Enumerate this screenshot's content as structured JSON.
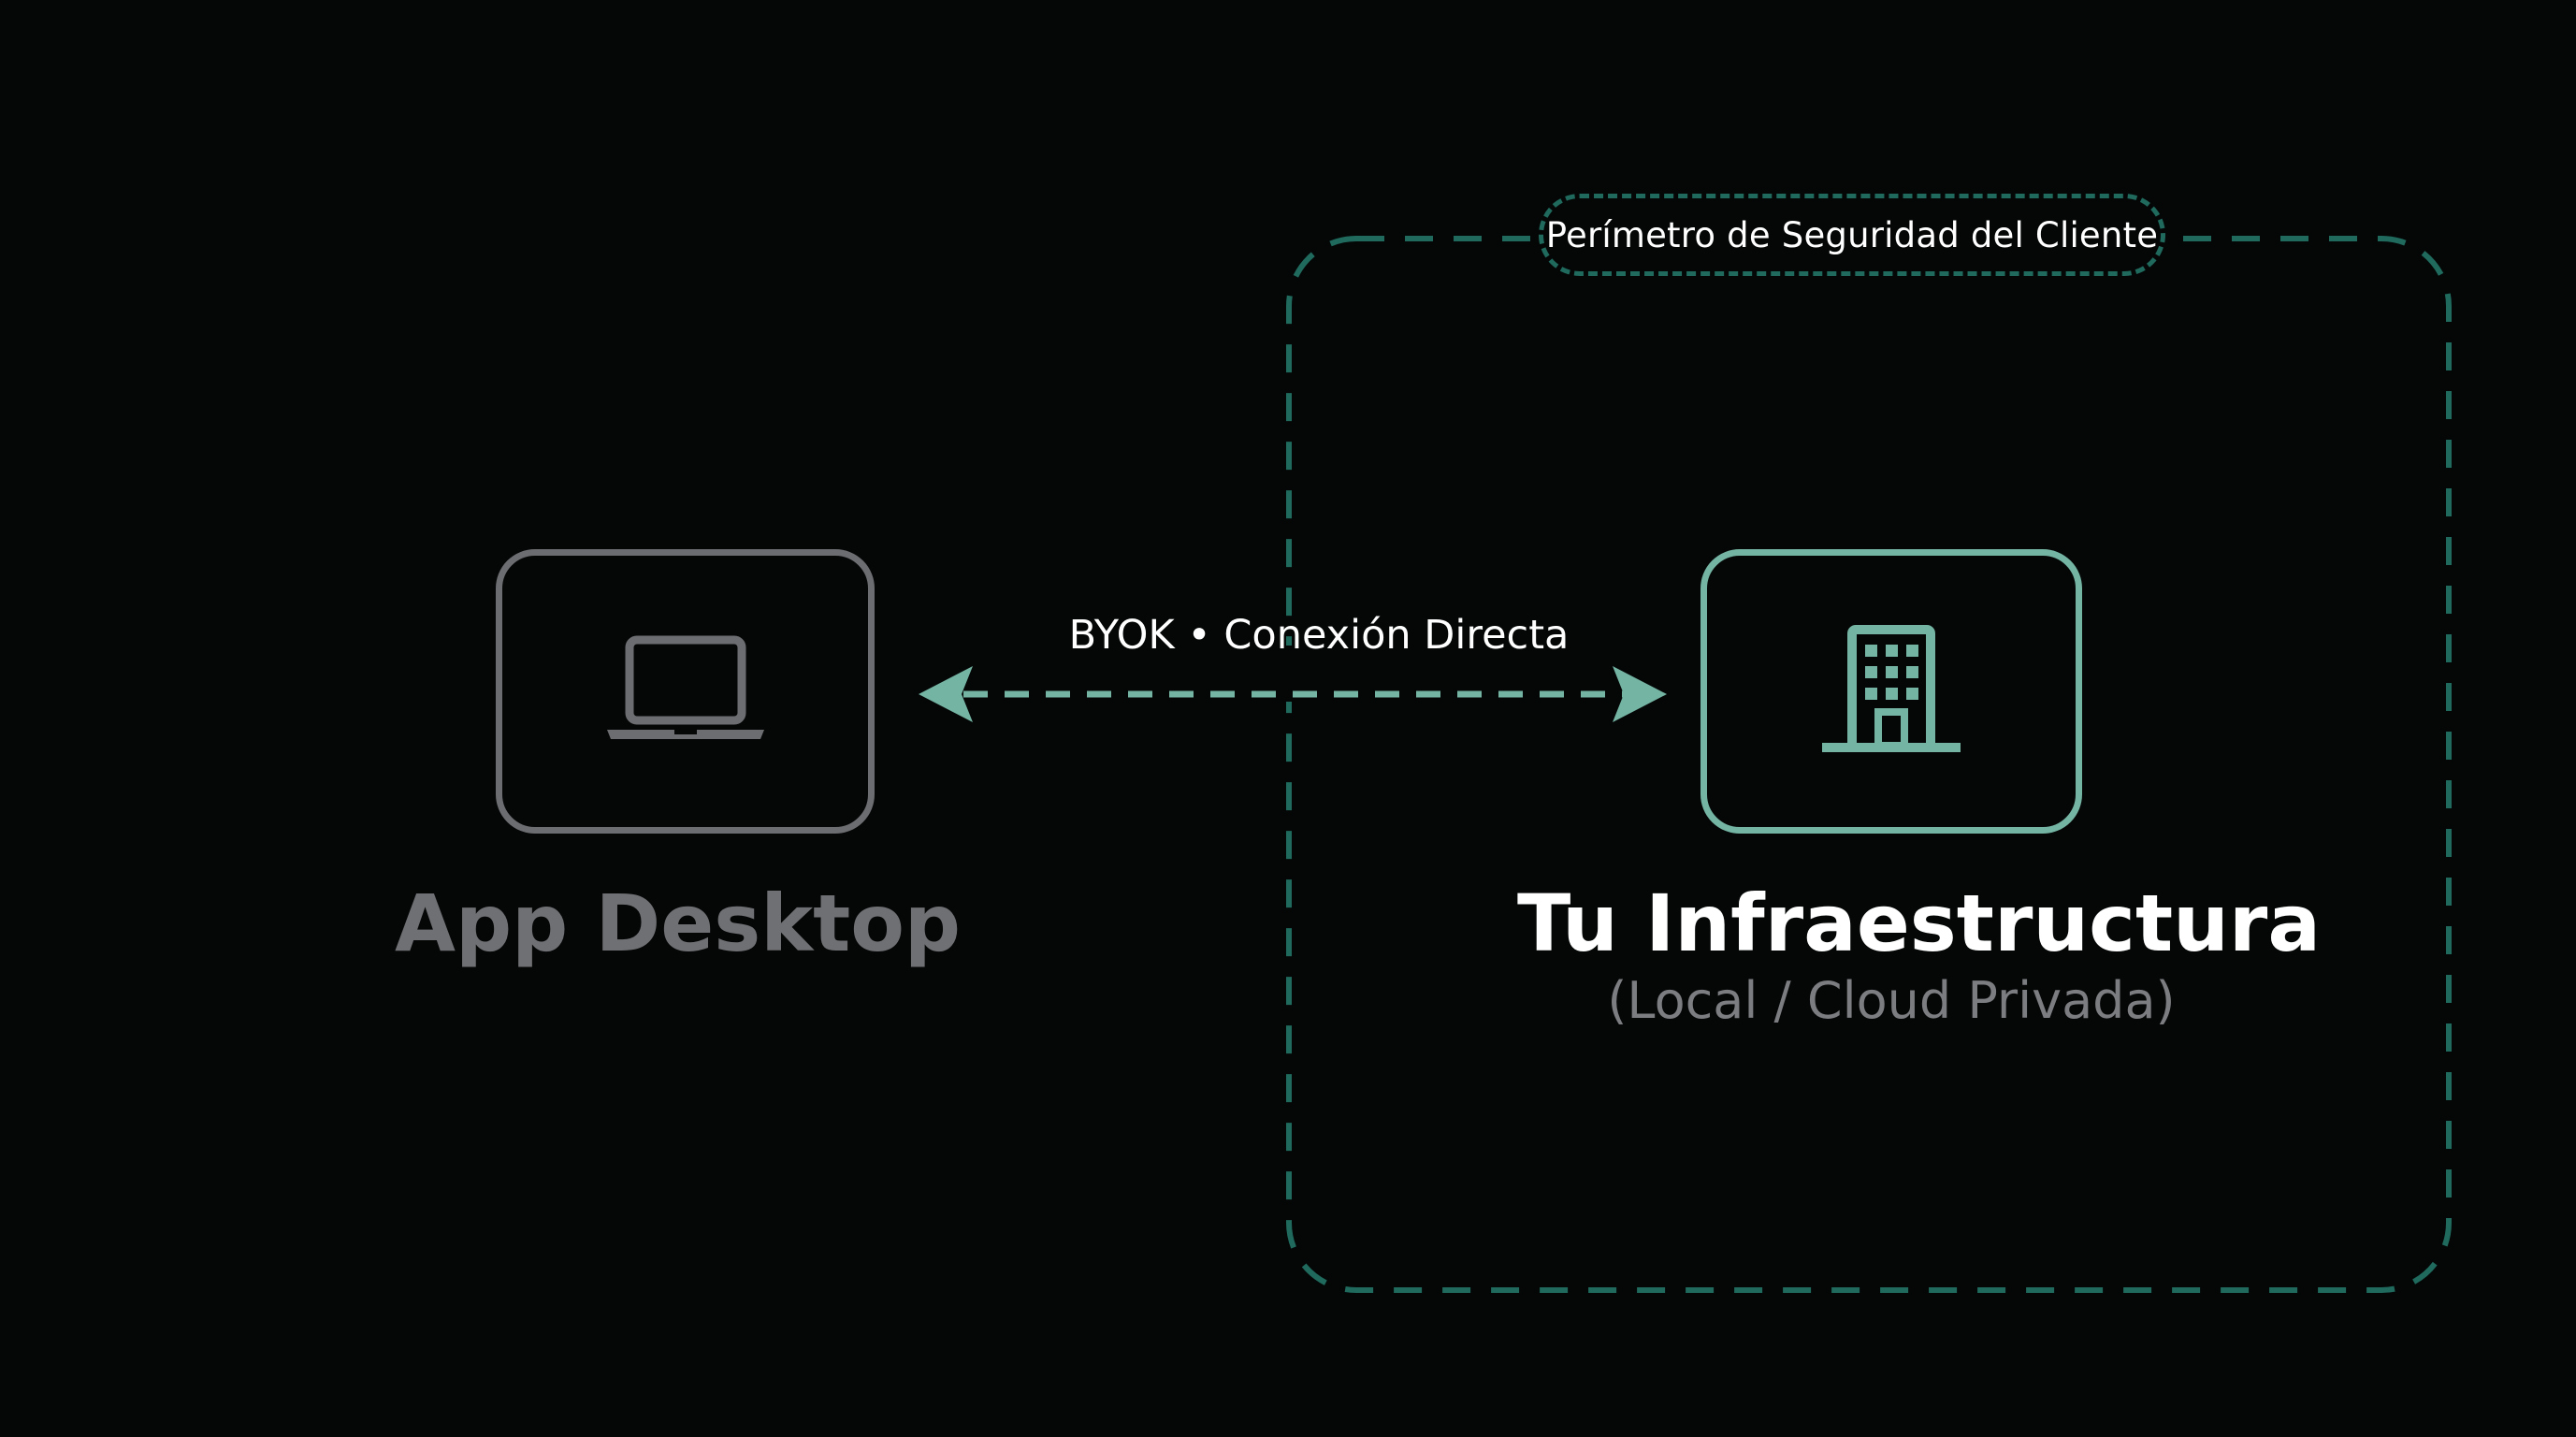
{
  "diagram": {
    "perimeter": {
      "label": "Perímetro de Seguridad del Cliente"
    },
    "connection": {
      "label": "BYOK • Conexión Directa"
    },
    "nodes": {
      "desktop": {
        "title": "App Desktop",
        "icon": "laptop-icon"
      },
      "infrastructure": {
        "title": "Tu Infraestructura",
        "subtitle": "(Local / Cloud Privada)",
        "icon": "building-icon"
      }
    },
    "colors": {
      "background": "#050707",
      "accent": "#74b4a2",
      "perimeter": "#1f6a5d",
      "muted": "#6c6d70",
      "text": "#ffffff"
    }
  }
}
